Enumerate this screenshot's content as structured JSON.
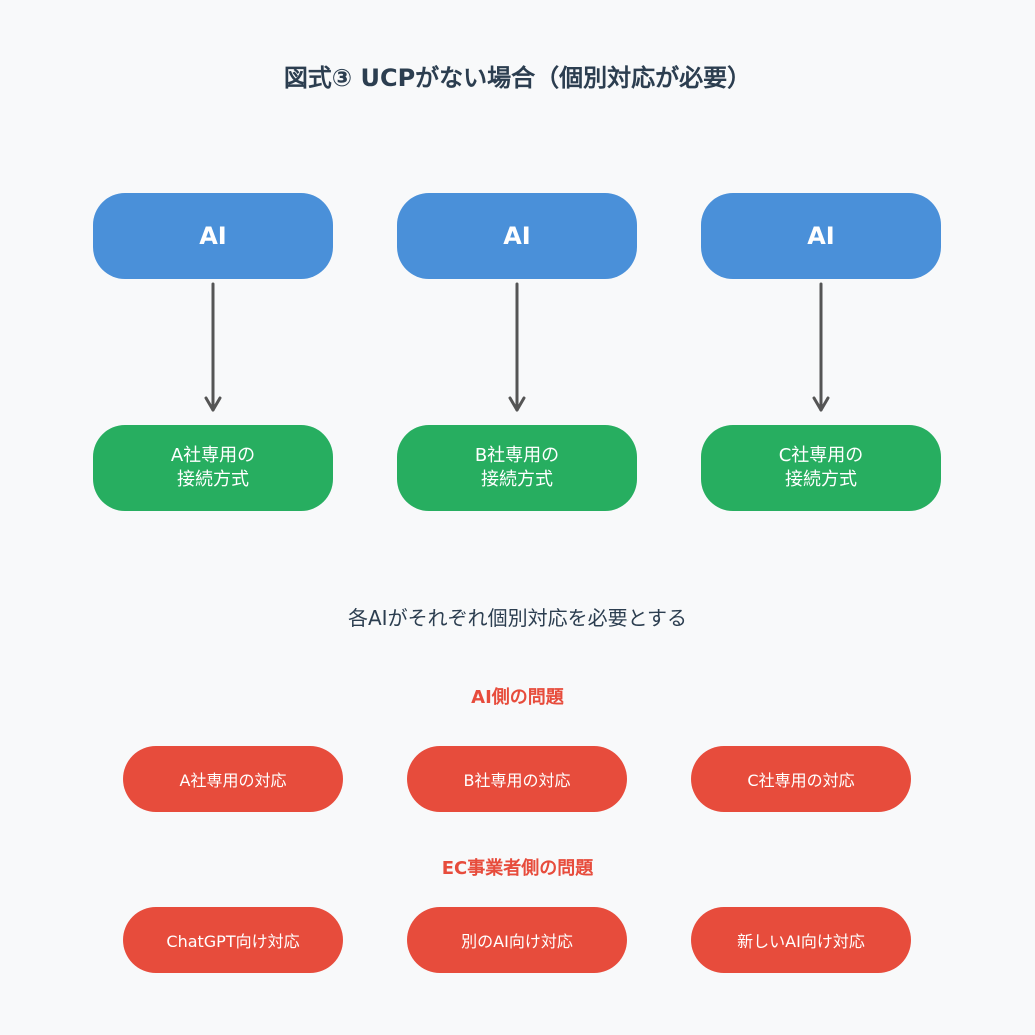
{
  "title": "図式③ UCPがない場合（個別対応が必要）",
  "ai_nodes": [
    "AI",
    "AI",
    "AI"
  ],
  "connection_nodes": [
    "A社専用の\n接続方式",
    "B社専用の\n接続方式",
    "C社専用の\n接続方式"
  ],
  "caption": "各AIがそれぞれ個別対応を必要とする",
  "ai_side": {
    "heading": "AI側の問題",
    "items": [
      "A社専用の対応",
      "B社専用の対応",
      "C社専用の対応"
    ]
  },
  "ec_side": {
    "heading": "EC事業者側の問題",
    "items": [
      "ChatGPT向け対応",
      "別のAI向け対応",
      "新しいAI向け対応"
    ]
  },
  "colors": {
    "background": "#f8f9fa",
    "ai_node": "#4a90d9",
    "connection_node": "#27ae60",
    "problem": "#e74c3c",
    "arrow": "#555555",
    "title_text": "#2c3e50"
  }
}
